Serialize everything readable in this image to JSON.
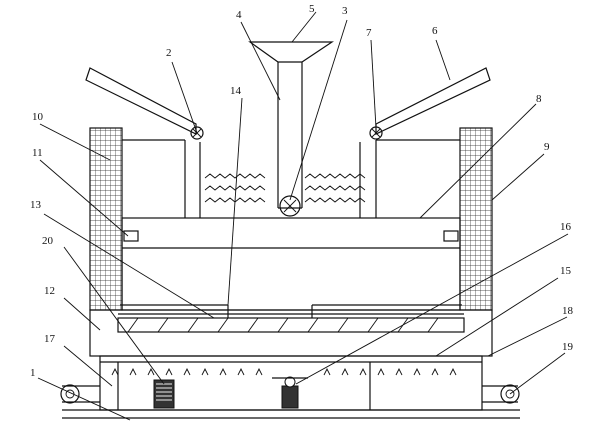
{
  "labels": [
    "1",
    "2",
    "3",
    "4",
    "5",
    "6",
    "7",
    "8",
    "9",
    "10",
    "11",
    "12",
    "13",
    "14",
    "15",
    "16",
    "17",
    "18",
    "19",
    "20"
  ],
  "colors": {
    "line": "#111111",
    "background": "#ffffff"
  },
  "components": [
    "frame",
    "left-flap",
    "right-flap",
    "hopper",
    "water-waves",
    "upper-chamber",
    "left-mesh-column",
    "right-mesh-column",
    "filter-plate",
    "lower-chamber",
    "motor",
    "pump",
    "left-roller",
    "right-roller",
    "base"
  ]
}
